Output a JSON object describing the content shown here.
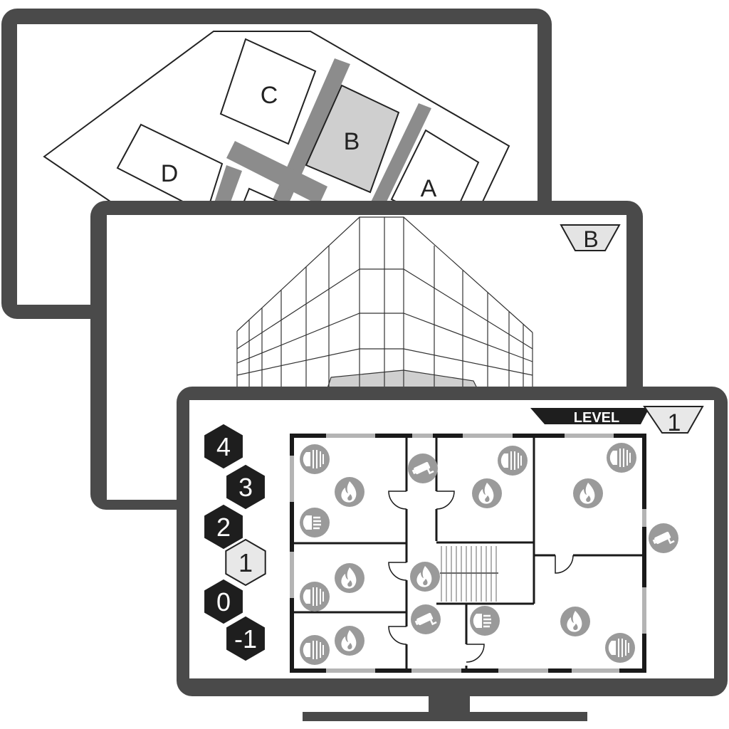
{
  "site_plan": {
    "buildings": [
      {
        "label": "A",
        "selected": false
      },
      {
        "label": "B",
        "selected": true
      },
      {
        "label": "C",
        "selected": false
      },
      {
        "label": "D",
        "selected": false
      }
    ]
  },
  "building_view": {
    "badge": "B"
  },
  "floor_view": {
    "level_label": "LEVEL",
    "current_level": "1",
    "floors": [
      {
        "label": "4",
        "active": false
      },
      {
        "label": "3",
        "active": false
      },
      {
        "label": "2",
        "active": false
      },
      {
        "label": "1",
        "active": true
      },
      {
        "label": "0",
        "active": false
      },
      {
        "label": "-1",
        "active": false
      }
    ],
    "device_types": [
      "smoke-detector",
      "fire-detector",
      "security-camera",
      "alarm-sounder"
    ]
  },
  "colors": {
    "bezel": "#4a4a4a",
    "selected": "#cfcfcf",
    "road": "#8c8c8c",
    "device": "#9a9a9a",
    "hex_dark": "#1e1e1e",
    "hex_active": "#e8e8e8"
  }
}
